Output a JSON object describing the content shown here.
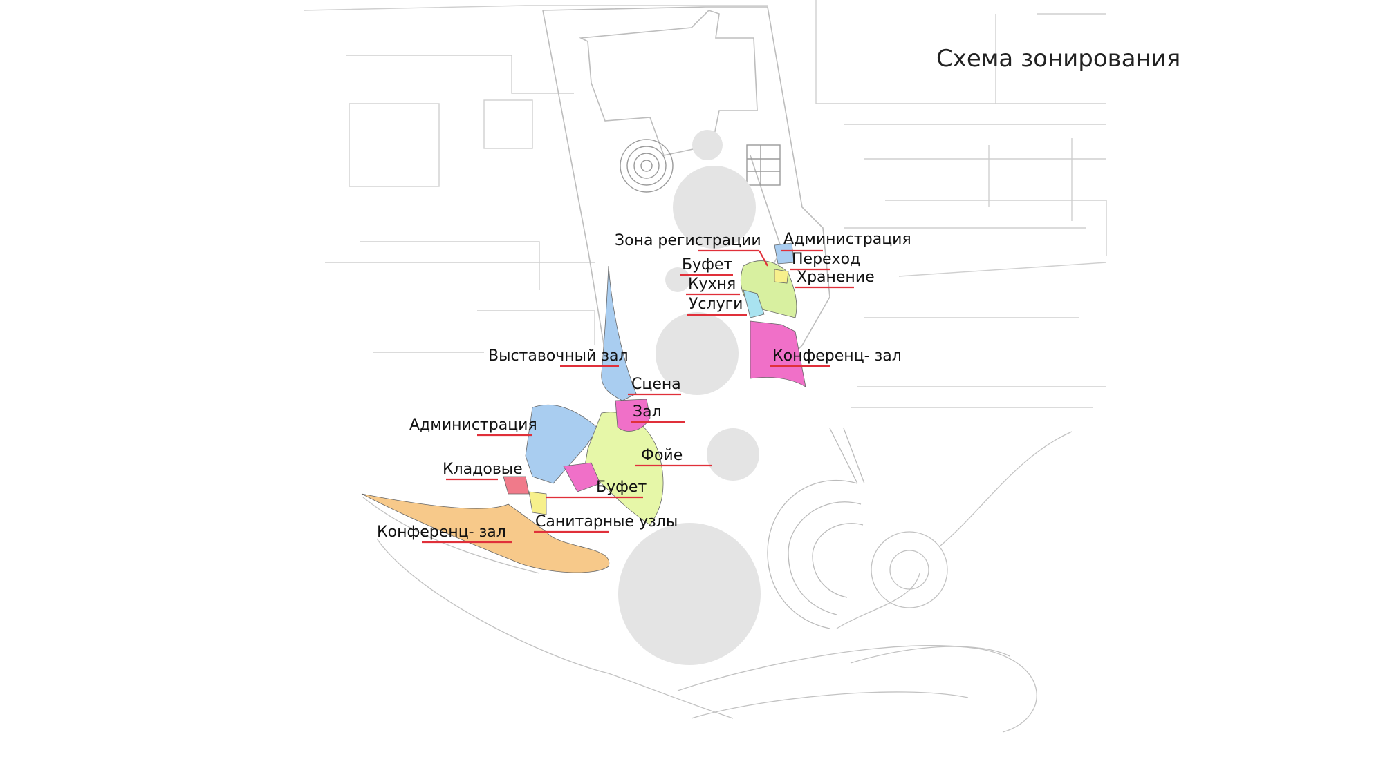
{
  "title": "Схема зонирования",
  "zones_color_legend": {
    "exhibition": "#a9cdf0",
    "administration": "#a9cdf0",
    "stage_hall": "#f070c8",
    "foyer": "#e6f7a8",
    "buffet": "#f6c6e6",
    "storage": "#f07a8a",
    "sanitary": "#f7f08c",
    "conference": "#f7c98a",
    "conference_north": "#f070c8",
    "registration": "#d8f0a0"
  },
  "labels": {
    "registration": "Зона регистрации",
    "administration_n": "Администрация",
    "passage": "Переход",
    "buffet_n": "Буфет",
    "storage_n": "Хранение",
    "kitchen": "Кухня",
    "services": "Услуги",
    "conference_n": "Конференц- зал",
    "exhibition": "Выставочный зал",
    "stage": "Сцена",
    "hall": "Зал",
    "administration_s": "Администрация",
    "foyer": "Фойе",
    "storerooms": "Кладовые",
    "buffet_s": "Буфет",
    "sanitary": "Санитарные узлы",
    "conference_s": "Конференц- зал"
  }
}
